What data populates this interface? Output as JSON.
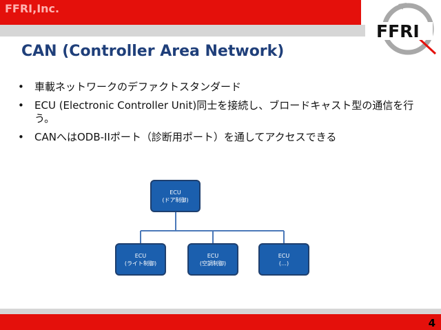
{
  "header": {
    "company": "FFRI,Inc.",
    "logo_text": "FFRI"
  },
  "slide": {
    "title": "CAN (Controller Area Network)",
    "bullets": [
      "車載ネットワークのデファクトスタンダード",
      "ECU (Electronic Controller Unit)同士を接続し、ブロードキャスト型の通信を行う。",
      "CANへはODB-IIポート（診断用ポート）を通してアクセスできる"
    ]
  },
  "diagram": {
    "top_node": {
      "name": "ECU",
      "sub": "(ドア制御)"
    },
    "child_nodes": [
      {
        "name": "ECU",
        "sub": "(ライト制御)"
      },
      {
        "name": "ECU",
        "sub": "(空調制御)"
      },
      {
        "name": "ECU",
        "sub": "(…)"
      }
    ]
  },
  "footer": {
    "page_number": "4"
  },
  "colors": {
    "brand_red": "#e4100b",
    "bar_gray": "#d6d6d6",
    "title_blue": "#1f3f7a",
    "node_blue": "#1b5fae",
    "connector_blue": "#4a78b8"
  }
}
